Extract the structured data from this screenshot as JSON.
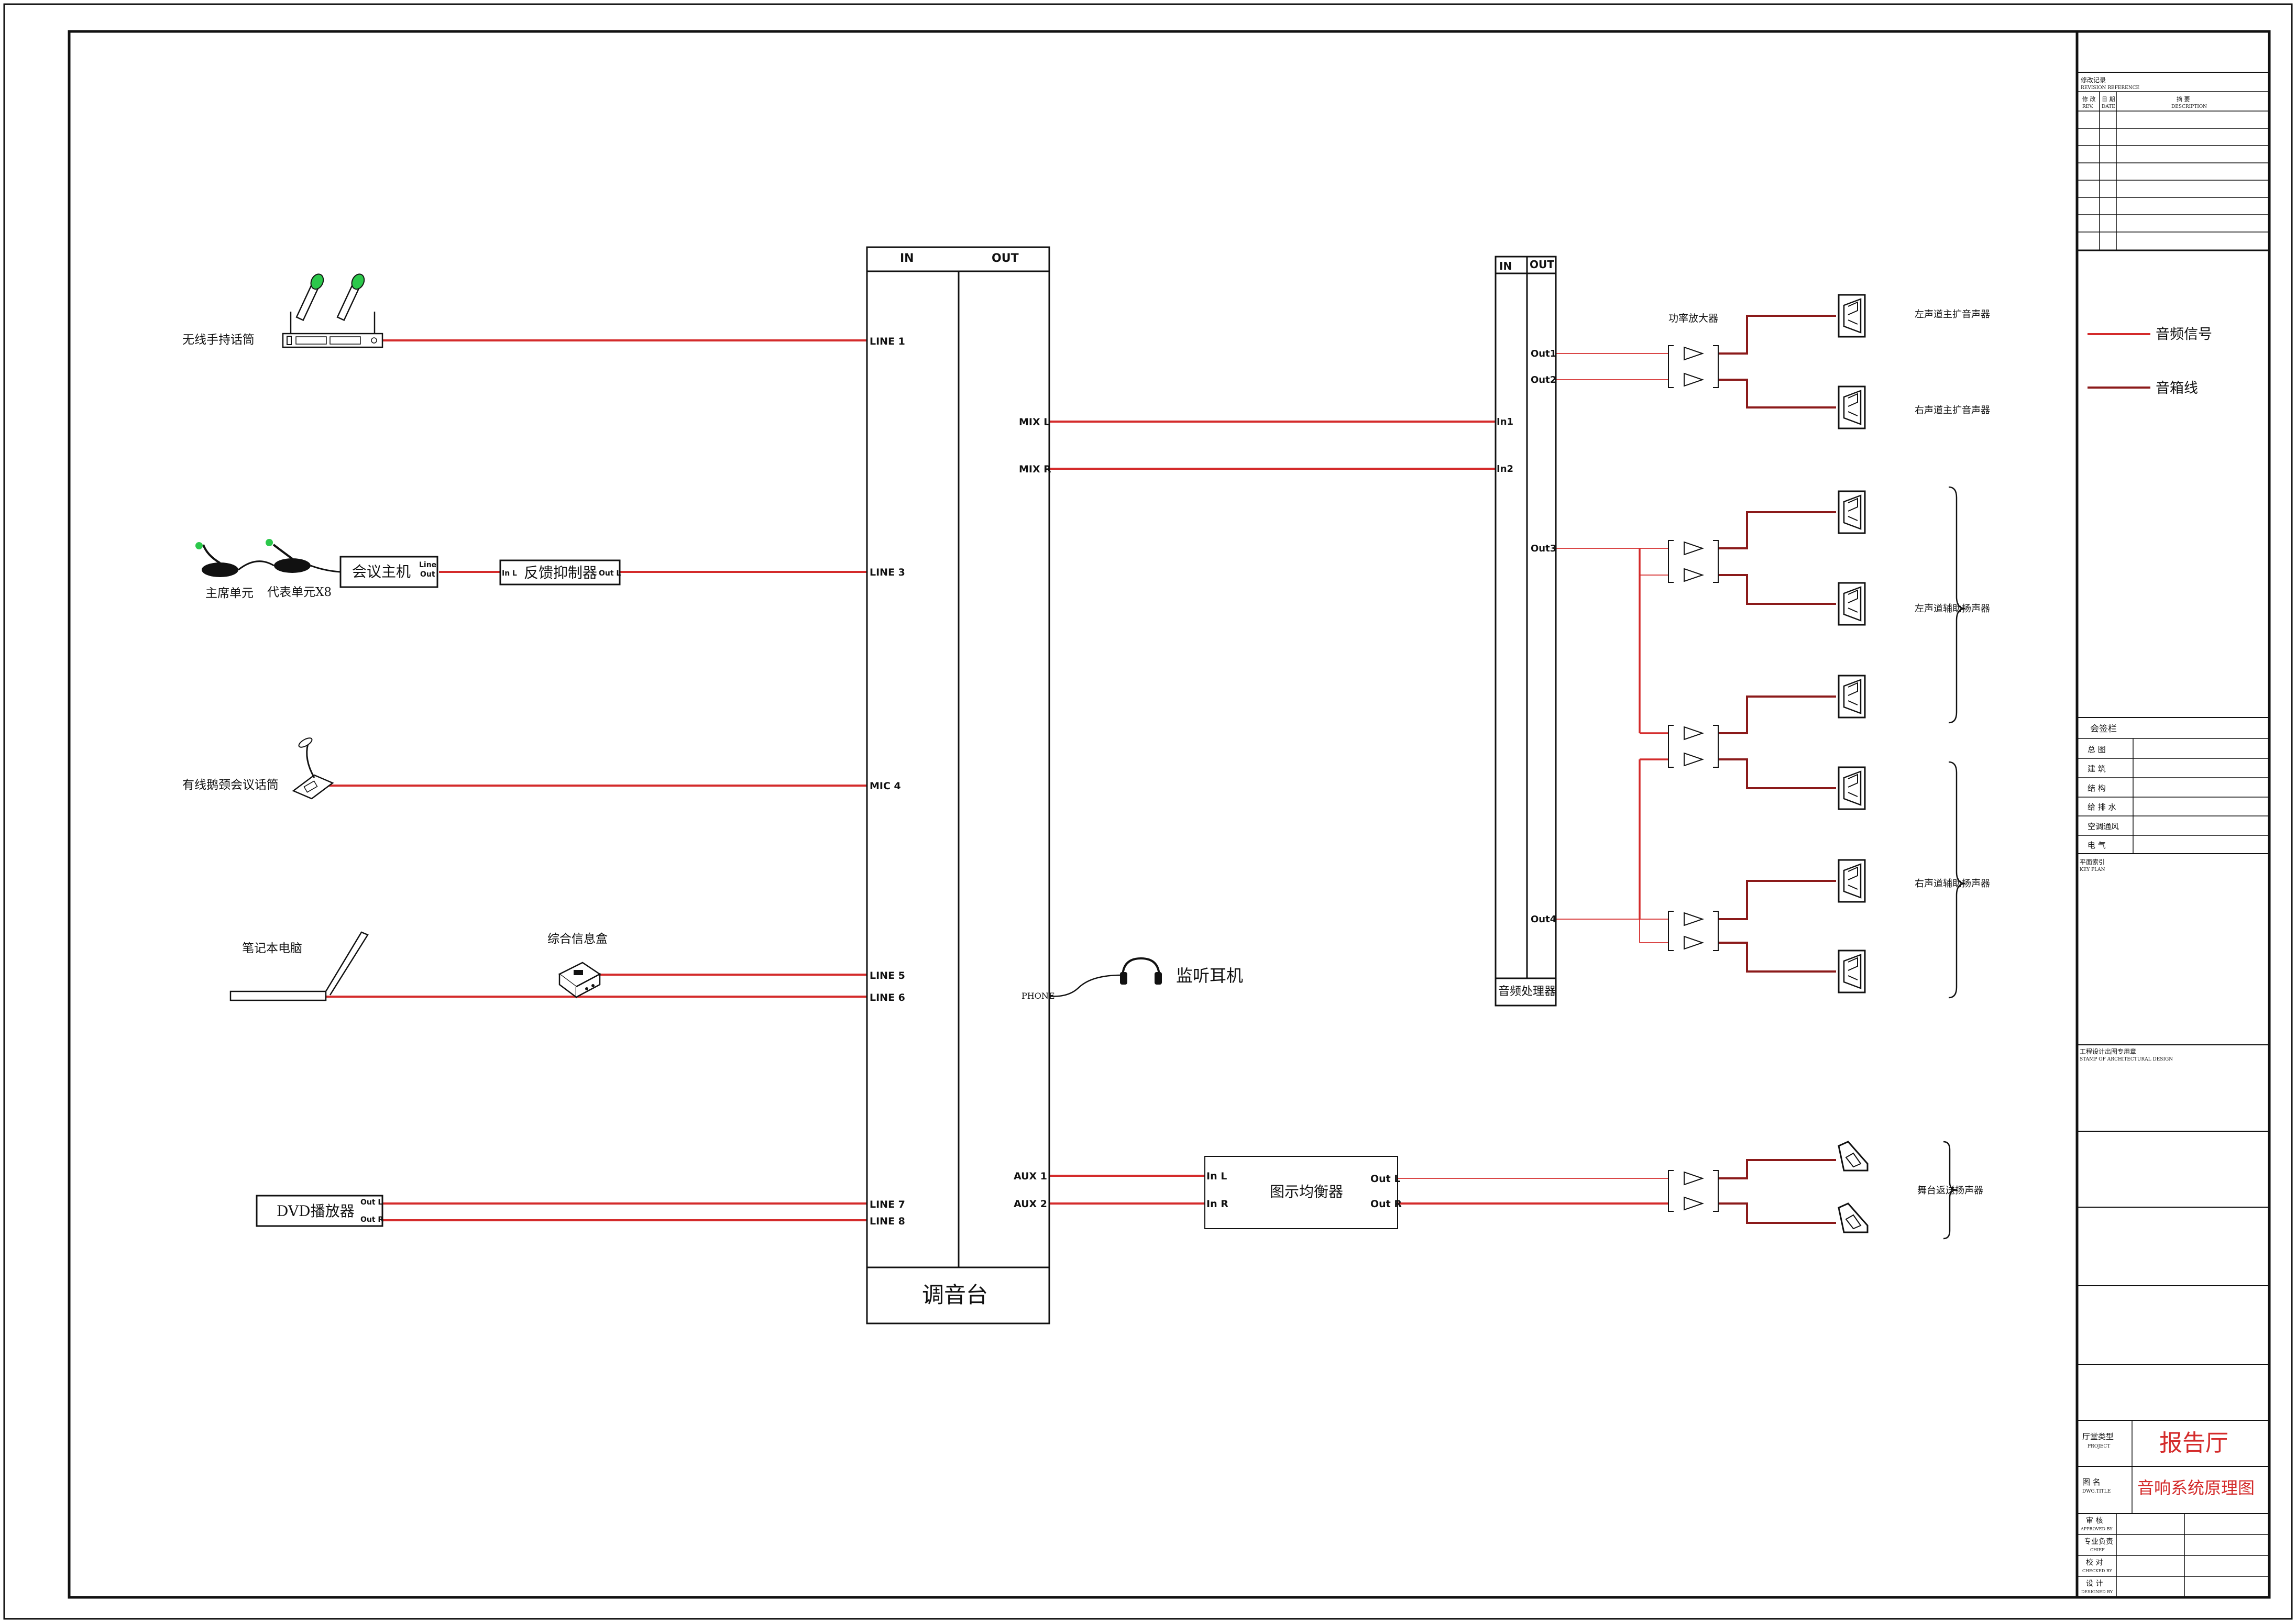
{
  "colors": {
    "signal": "#d42b2b",
    "speaker_line": "#8b1a1a",
    "ink": "#111111",
    "title_red": "#d42b2b",
    "mic_green": "#2cc84b"
  },
  "sources": {
    "wireless_mic": "无线手持话筒",
    "chair_unit": "主席单元",
    "delegate_unit": "代表单元X8",
    "conference_host": "会议主机",
    "host_line_out_1": "Line",
    "host_line_out_2": "Out",
    "feedback_suppressor": "反馈抑制器",
    "fs_in": "In L",
    "fs_out": "Out L",
    "gooseneck_mic": "有线鹅颈会议话筒",
    "laptop": "笔记本电脑",
    "info_box": "综合信息盒",
    "dvd_player": "DVD播放器",
    "dvd_out_l": "Out L",
    "dvd_out_r": "Out R"
  },
  "mixer": {
    "in_label": "IN",
    "out_label": "OUT",
    "name": "调音台",
    "inputs": [
      "LINE 1",
      "LINE 3",
      "MIC 4",
      "LINE 5",
      "LINE 6",
      "LINE 7",
      "LINE 8"
    ],
    "mix_l": "MIX L",
    "mix_r": "MIX R",
    "phone": "PHONE",
    "aux1": "AUX 1",
    "aux2": "AUX 2"
  },
  "headphones": "监听耳机",
  "eq": {
    "name": "图示均衡器",
    "in_l": "In L",
    "in_r": "In R",
    "out_l": "Out L",
    "out_r": "Out R"
  },
  "processor": {
    "in_label": "IN",
    "out_label": "OUT",
    "name": "音频处理器",
    "in1": "In1",
    "in2": "In2",
    "out1": "Out1",
    "out2": "Out2",
    "out3": "Out3",
    "out4": "Out4"
  },
  "amplifier_label": "功率放大器",
  "speakers": {
    "left_main": "左声道主扩音声器",
    "right_main": "右声道主扩音声器",
    "left_aux": "左声道辅助扬声器",
    "right_aux": "右声道辅助扬声器",
    "stage_monitor": "舞台返送扬声器"
  },
  "legend": {
    "audio_signal": "音频信号",
    "speaker_cable": "音箱线"
  },
  "title_block": {
    "revision_title": "修改记录",
    "revision_sub": "REVISION REFERENCE",
    "rev_col1": "修 改",
    "rev_col1_en": "REV.",
    "rev_col2": "日 期",
    "rev_col2_en": "DATE",
    "rev_col3": "摘    要",
    "rev_col3_en": "DESCRIPTION",
    "sign_title": "会签栏",
    "sign_rows": [
      "总    图",
      "建    筑",
      "结    构",
      "给 排 水",
      "空调通风",
      "电    气"
    ],
    "key_plan": "平面索引",
    "key_plan_en": "KEY PLAN",
    "stamp": "工程设计出图专用章",
    "stamp_en": "STAMP OF ARCHITECTURAL DESIGN",
    "project_label": "厅堂类型",
    "project_label_en": "PROJECT",
    "project_value": "报告厅",
    "drawing_label": "图    名",
    "drawing_label_en": "DWG.TITLE",
    "drawing_value": "音响系统原理图",
    "approved": "审    核",
    "approved_en": "APPROVED BY",
    "chief": "专业负责",
    "chief_en": "CHIEF",
    "checked": "校    对",
    "checked_en": "CHECKED BY",
    "designed": "设    计",
    "designed_en": "DESIGNED BY"
  }
}
